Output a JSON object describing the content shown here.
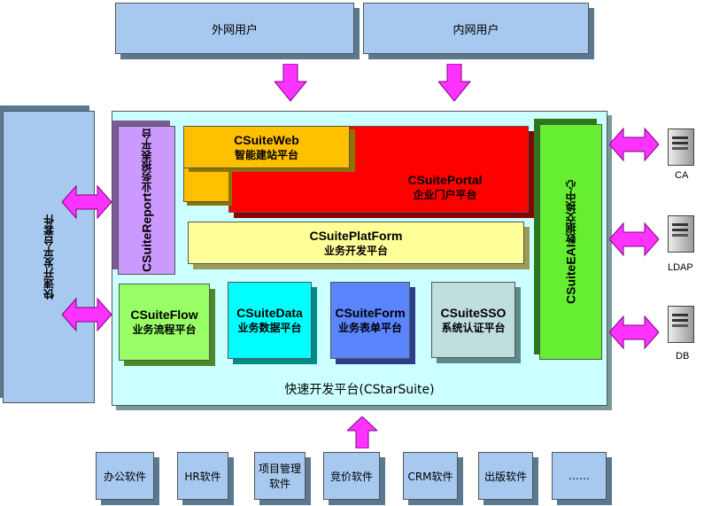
{
  "top_users": [
    "外网用户",
    "内网用户"
  ],
  "left_panel": "快速开发平台套件",
  "report": {
    "name": "CSuiteReport",
    "sub": "业务报表平台"
  },
  "web": {
    "name": "CSuiteWeb",
    "sub": "智能建站平台"
  },
  "portal": {
    "name": "CSuitePortal",
    "sub": "企业门户平台"
  },
  "platform": {
    "name": "CSuitePlatForm",
    "sub": "业务开发平台"
  },
  "flow": {
    "name": "CSuiteFlow",
    "sub": "业务流程平台"
  },
  "data": {
    "name": "CSuiteData",
    "sub": "业务数据平台"
  },
  "form": {
    "name": "CSuiteForm",
    "sub": "业务表单平台"
  },
  "sso": {
    "name": "CSuiteSSO",
    "sub": "系统认证平台"
  },
  "eai": {
    "name": "CSuiteEAI",
    "sub": "数据交换中心"
  },
  "platform_label": "快速开发平台(CStarSuite)",
  "servers": [
    "CA",
    "LDAP",
    "DB"
  ],
  "apps": [
    "办公软件",
    "HR软件",
    "项目管理软件",
    "竞价软件",
    "CRM软件",
    "出版软件",
    "……"
  ]
}
